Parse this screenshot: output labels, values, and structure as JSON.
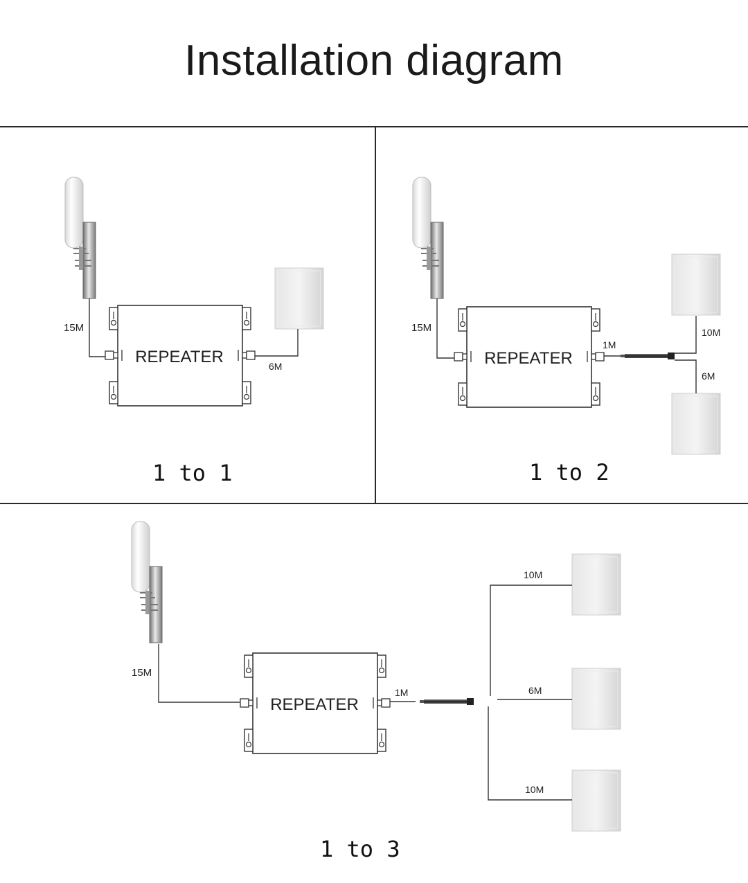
{
  "title": "Installation diagram",
  "device_label": "REPEATER",
  "panels": [
    {
      "caption": "1 to 1",
      "cables": {
        "donor": "15M",
        "out": "6M"
      }
    },
    {
      "caption": "1 to 2",
      "cables": {
        "donor": "15M",
        "splitter": "1M",
        "upper": "10M",
        "lower": "6M"
      }
    },
    {
      "caption": "1 to 3",
      "cables": {
        "donor": "15M",
        "splitter": "1M",
        "top": "10M",
        "middle": "6M",
        "bottom": "10M"
      }
    }
  ]
}
